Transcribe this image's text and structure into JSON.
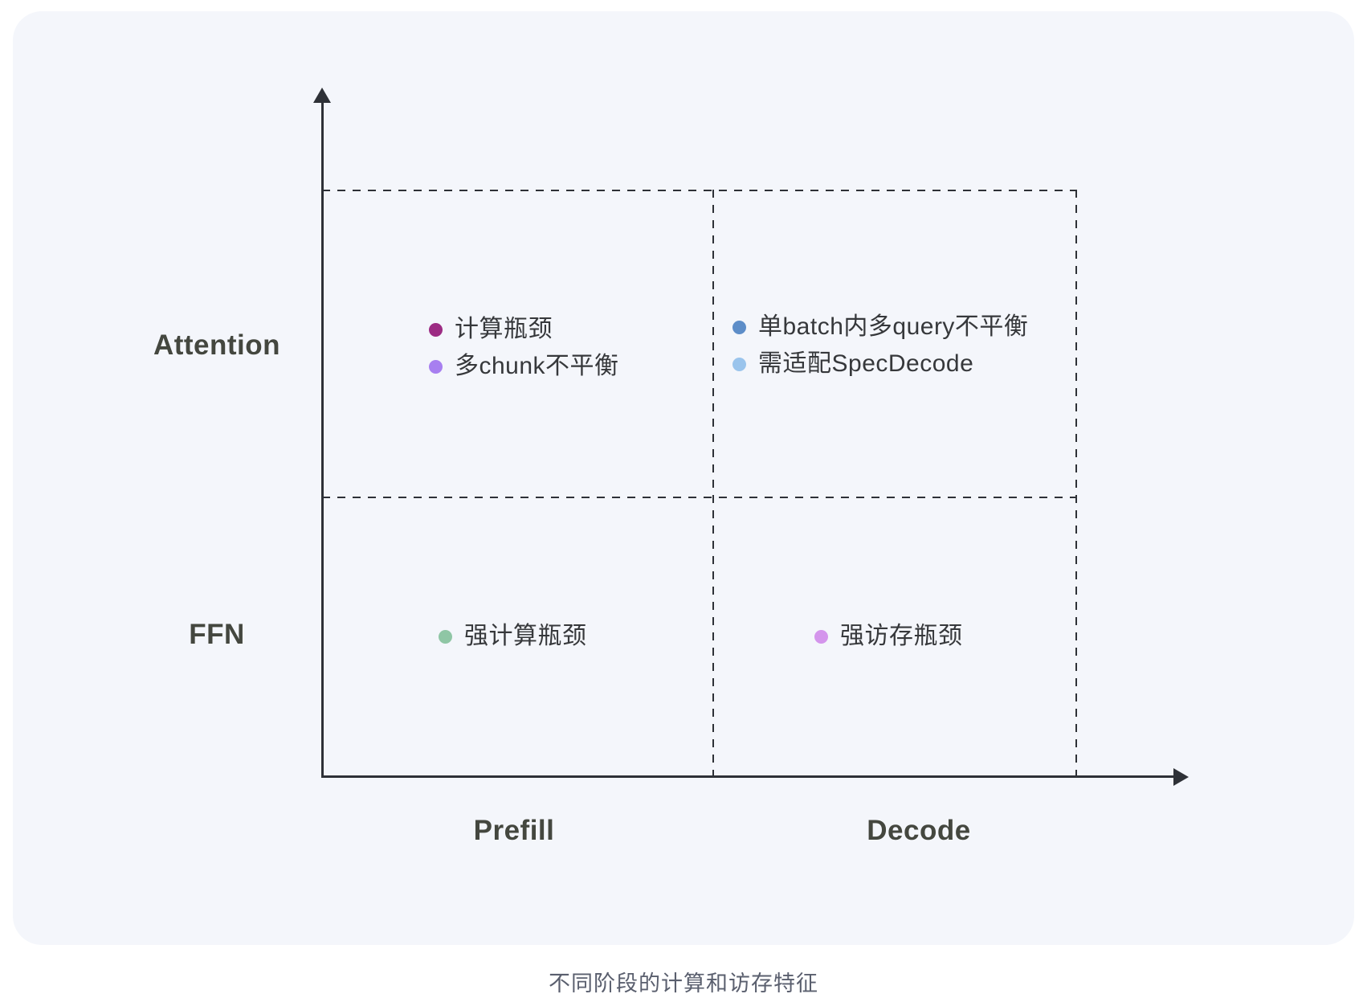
{
  "colors": {
    "panel_bg": "#f4f6fb",
    "axis": "#2e3137",
    "axis_label_text": "#44473f",
    "bullet_text": "#36383b",
    "caption_text": "#5a5f6e"
  },
  "axes": {
    "y_labels": [
      "Attention",
      "FFN"
    ],
    "x_labels": [
      "Prefill",
      "Decode"
    ]
  },
  "quadrants": {
    "attention_prefill": {
      "items": [
        {
          "label": "计算瓶颈",
          "dot_color": "#9c2b83"
        },
        {
          "label": "多chunk不平衡",
          "dot_color": "#a77ff0"
        }
      ]
    },
    "attention_decode": {
      "items": [
        {
          "label": "单batch内多query不平衡",
          "dot_color": "#5d8dc8"
        },
        {
          "label": "需适配SpecDecode",
          "dot_color": "#9ac4ec"
        }
      ]
    },
    "ffn_prefill": {
      "items": [
        {
          "label": "强计算瓶颈",
          "dot_color": "#8fc6a5"
        }
      ]
    },
    "ffn_decode": {
      "items": [
        {
          "label": "强访存瓶颈",
          "dot_color": "#d495ec"
        }
      ]
    }
  },
  "caption": "不同阶段的计算和访存特征"
}
